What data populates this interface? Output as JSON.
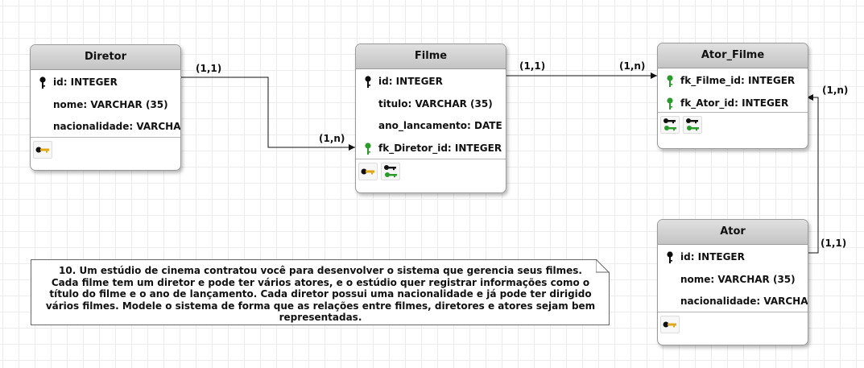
{
  "entities": {
    "diretor": {
      "name": "Diretor",
      "attributes": [
        {
          "text": "id: INTEGER",
          "key": "pk"
        },
        {
          "text": "nome: VARCHAR (35)",
          "key": ""
        },
        {
          "text": "nacionalidade: VARCHAR",
          "key": ""
        }
      ]
    },
    "filme": {
      "name": "Filme",
      "attributes": [
        {
          "text": "id: INTEGER",
          "key": "pk"
        },
        {
          "text": "titulo: VARCHAR (35)",
          "key": ""
        },
        {
          "text": "ano_lancamento: DATE",
          "key": ""
        },
        {
          "text": "fk_Diretor_id: INTEGER",
          "key": "fk"
        }
      ]
    },
    "ator_filme": {
      "name": "Ator_Filme",
      "attributes": [
        {
          "text": "fk_Filme_id: INTEGER",
          "key": "fk"
        },
        {
          "text": "fk_Ator_id: INTEGER",
          "key": "fk"
        }
      ]
    },
    "ator": {
      "name": "Ator",
      "attributes": [
        {
          "text": "id: INTEGER",
          "key": "pk"
        },
        {
          "text": "nome: VARCHAR (35)",
          "key": ""
        },
        {
          "text": "nacionalidade: VARCHAR",
          "key": ""
        }
      ]
    }
  },
  "cardinalities": {
    "diretor_side": "(1,1)",
    "filme_from_diretor": "(1,n)",
    "filme_to_ator_filme": "(1,1)",
    "ator_filme_from_filme": "(1,n)",
    "ator_filme_from_ator": "(1,n)",
    "ator_side": "(1,1)"
  },
  "note": {
    "title": "10. Um estúdio de cinema contratou você para desenvolver o sistema que gerencia seus filmes.",
    "body": "Cada filme tem um diretor e pode ter vários atores, e o estúdio quer registrar informações como o título do filme e o ano de lançamento. Cada diretor possui uma nacionalidade e já pode ter dirigido vários filmes. Modele o sistema de forma que as relações entre filmes, diretores e atores sejam bem representadas."
  },
  "colors": {
    "pk_key": "#0c0c0c",
    "fk_key": "#2a9a2a",
    "gold_key": "#e0a818"
  }
}
